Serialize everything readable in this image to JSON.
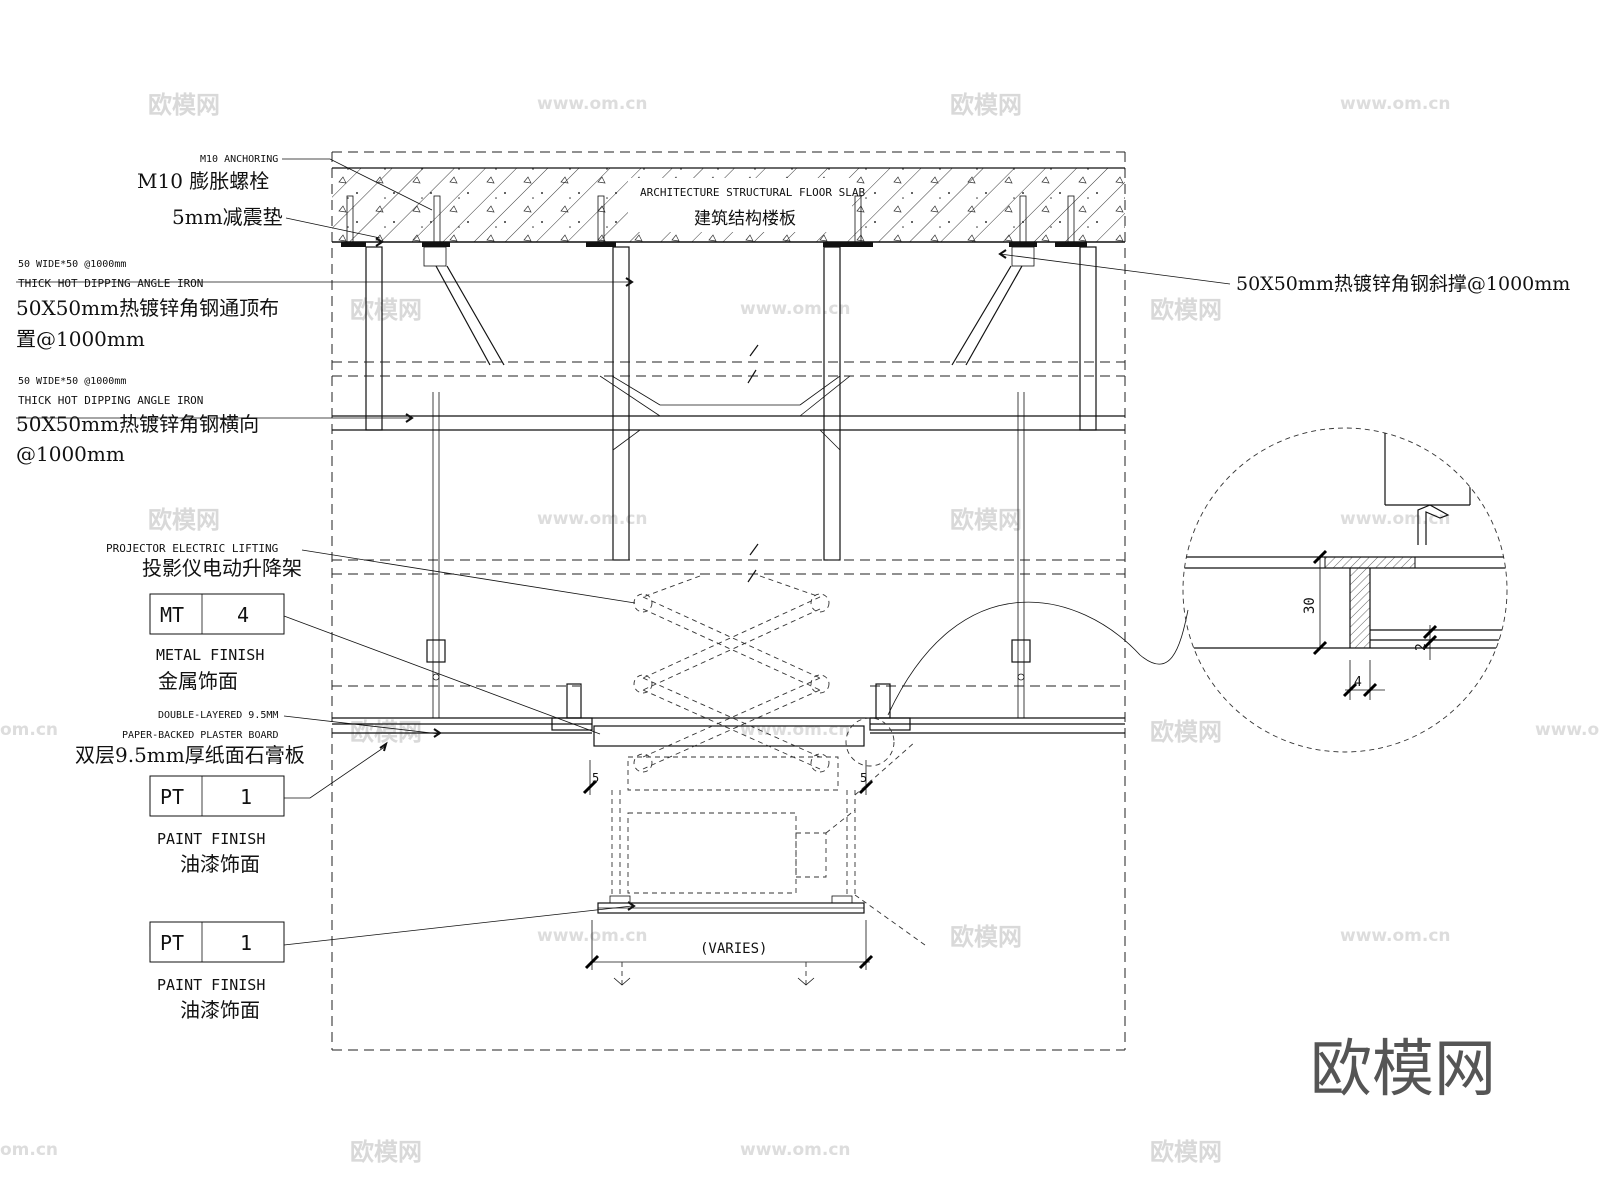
{
  "labels": {
    "m10_en": "M10 ANCHORING",
    "m10_cn": "M10 膨胀螺栓",
    "pad_cn": "5mm减震垫",
    "slab_en": "ARCHITECTURE STRUCTURAL FLOOR SLAB",
    "slab_cn": "建筑结构楼板",
    "angle_top_en1": "50 WIDE*50 @1000mm",
    "angle_top_en2": "THICK HOT DIPPING ANGLE IRON",
    "angle_top_cn1": "50X50mm热镀锌角钢通顶布",
    "angle_top_cn2": "置@1000mm",
    "angle_h_en1": "50 WIDE*50 @1000mm",
    "angle_h_en2": "THICK HOT DIPPING ANGLE IRON",
    "angle_h_cn1": "50X50mm热镀锌角钢横向",
    "angle_h_cn2": "@1000mm",
    "brace_cn": "50X50mm热镀锌角钢斜撑@1000mm",
    "projector_en": "PROJECTOR ELECTRIC LIFTING",
    "projector_cn": "投影仪电动升降架",
    "metal_en": "METAL FINISH",
    "metal_cn": "金属饰面",
    "board_en1": "DOUBLE-LAYERED 9.5MM",
    "board_en2": "PAPER-BACKED PLASTER BOARD",
    "board_cn": "双层9.5mm厚纸面石膏板",
    "paint_en": "PAINT FINISH",
    "paint_cn": "油漆饰面",
    "paint2_en": "PAINT FINISH",
    "paint2_cn": "油漆饰面",
    "varies": "(VARIES)",
    "dim_5_left": "5",
    "dim_5_right": "5",
    "detail_30": "30",
    "detail_2": "2",
    "detail_4": "4"
  },
  "tags": [
    {
      "code": "MT",
      "num": "4"
    },
    {
      "code": "PT",
      "num": "1"
    },
    {
      "code": "PT",
      "num": "1"
    }
  ],
  "watermark": {
    "text": "欧模网",
    "url": "www.om.cn",
    "partial": "om.cn",
    "logo": "欧模网"
  }
}
